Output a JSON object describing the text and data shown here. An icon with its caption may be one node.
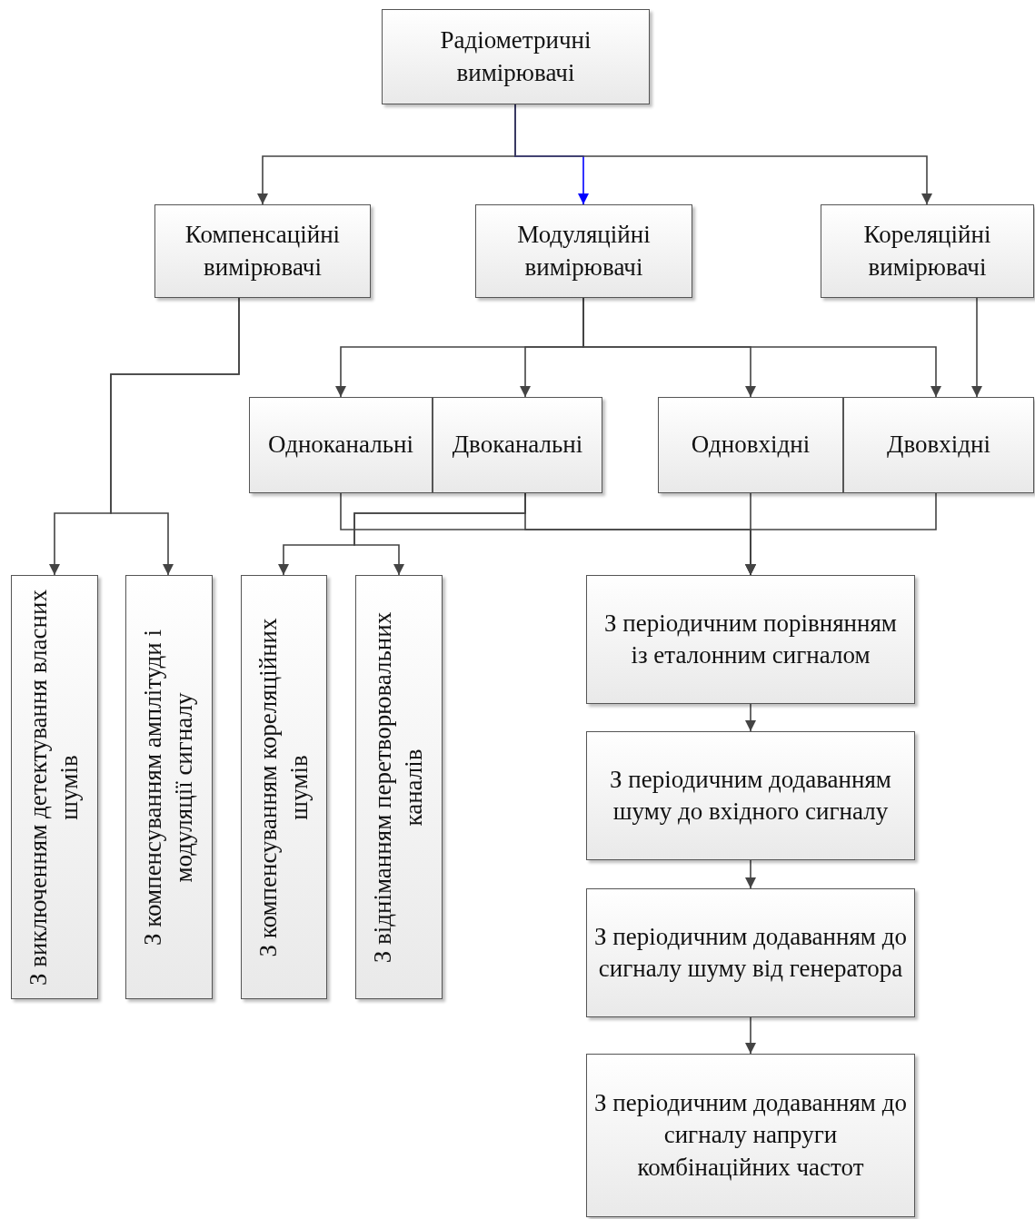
{
  "diagram": {
    "nodes": [
      {
        "text": [
          "Радіометричні вимірювачі"
        ]
      },
      {
        "text": [
          "Компенсаційні вимірювачі"
        ]
      },
      {
        "text": [
          "Модуляційні вимірювачі"
        ]
      },
      {
        "text": [
          "Кореляційні вимірювачі"
        ]
      },
      {
        "text": [
          "Одноканальні"
        ]
      },
      {
        "text": [
          "Двоканальні"
        ]
      },
      {
        "text": [
          "Одновхідні"
        ]
      },
      {
        "text": [
          "Двовхідні"
        ]
      },
      {
        "text": [
          "З виключенням детектування власних шумів"
        ]
      },
      {
        "text": [
          "З компенсуванням амплітуди і модуляції сигналу"
        ]
      },
      {
        "text": [
          "З компенсуванням кореляційних шумів"
        ]
      },
      {
        "text": [
          "З відніманням перетворювальних каналів"
        ]
      },
      {
        "text": [
          "З періодичним порівнянням із еталонним сигналом"
        ]
      },
      {
        "text": [
          "З періодичним додаванням шуму до вхідного сигналу"
        ]
      },
      {
        "text": [
          "З періодичним додаванням до сигналу шуму від генератора"
        ]
      },
      {
        "text": [
          "З періодичним додаванням до сигналу напруги комбінаційних частот"
        ]
      }
    ],
    "edges": [
      {
        "from": 0,
        "to": 1,
        "arrow": "to"
      },
      {
        "from": 0,
        "to": 2,
        "arrow": "to",
        "color": "#0000ff"
      },
      {
        "from": 0,
        "to": 3,
        "arrow": "to"
      },
      {
        "from": 2,
        "to": 4,
        "arrow": "to"
      },
      {
        "from": 2,
        "to": 5,
        "arrow": "to"
      },
      {
        "from": 2,
        "to": 6,
        "arrow": "to"
      },
      {
        "from": 2,
        "to": 7,
        "arrow": "to"
      },
      {
        "from": 3,
        "to": 7,
        "arrow": "to"
      },
      {
        "from": 1,
        "to": 8,
        "arrow": "to"
      },
      {
        "from": 1,
        "to": 9,
        "arrow": "to"
      },
      {
        "from": 5,
        "to": 10,
        "arrow": "to"
      },
      {
        "from": 5,
        "to": 11,
        "arrow": "to"
      },
      {
        "from": 4,
        "to": 12,
        "arrow": "to"
      },
      {
        "from": 5,
        "to": 12,
        "arrow": "to"
      },
      {
        "from": 6,
        "to": 12,
        "arrow": "to"
      },
      {
        "from": 7,
        "to": 12,
        "arrow": "to"
      },
      {
        "from": 12,
        "to": 13,
        "arrow": "to"
      },
      {
        "from": 13,
        "to": 14,
        "arrow": "to"
      },
      {
        "from": 14,
        "to": 15,
        "arrow": "to"
      }
    ]
  }
}
